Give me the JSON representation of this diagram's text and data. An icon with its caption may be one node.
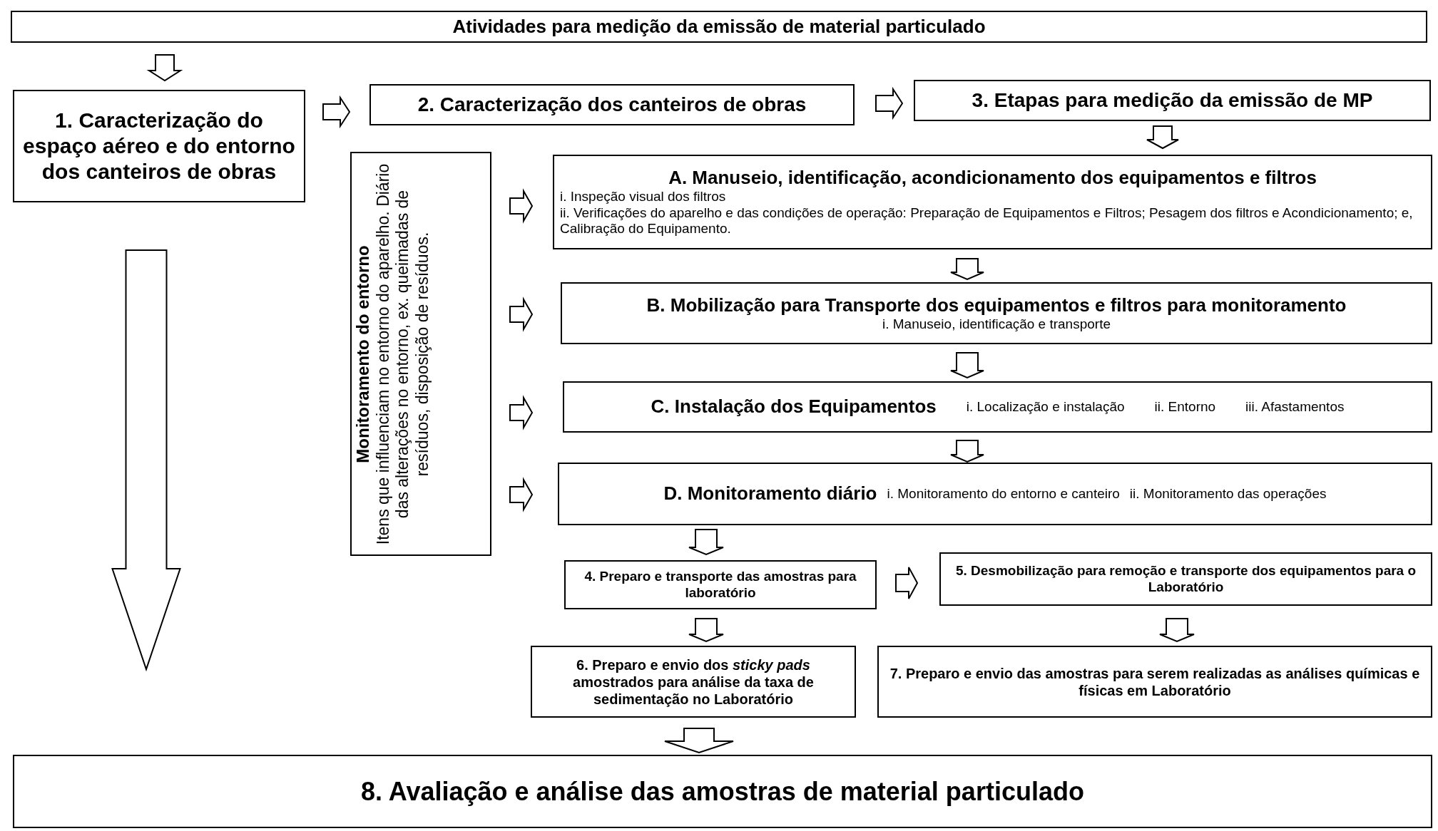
{
  "diagram": {
    "nodes": [
      {
        "text": [
          "Atividades para medição da emissão de material particulado"
        ]
      },
      {
        "text": [
          "1. Caracterização do espaço aéreo e do entorno dos canteiros de obras"
        ]
      },
      {
        "text": [
          "2. Caracterização dos canteiros de obras"
        ]
      },
      {
        "text": [
          "3. Etapas para medição da emissão de MP"
        ]
      },
      {
        "text": [
          "Monitoramento do entorno",
          "Itens que influenciam no entorno do aparelho. Diário das alterações no entorno, ex. queimadas de resíduos, disposição de resíduos."
        ]
      },
      {
        "text": [
          "A.  Manuseio, identificação, acondicionamento dos equipamentos e filtros",
          "i. Inspeção visual dos filtros",
          "ii. Verificações do aparelho e das condições de operação: Preparação de Equipamentos e Filtros; Pesagem dos filtros e Acondicionamento; e, Calibração do Equipamento."
        ]
      },
      {
        "text": [
          "B. Mobilização para Transporte dos equipamentos e filtros para monitoramento",
          "i. Manuseio, identificação e transporte"
        ]
      },
      {
        "text": [
          "C. Instalação dos Equipamentos",
          "i. Localização e instalação",
          "ii. Entorno",
          "iii. Afastamentos"
        ]
      },
      {
        "text": [
          "D. Monitoramento diário",
          "i. Monitoramento do entorno e canteiro",
          "ii. Monitoramento das operações"
        ]
      },
      {
        "text": [
          "4. Preparo e transporte das amostras para laboratório"
        ]
      },
      {
        "text": [
          "5. Desmobilização para remoção e transporte dos equipamentos para o Laboratório"
        ]
      },
      {
        "text": [
          "6. Preparo e envio dos *sticky pads* amostrados para análise da taxa de sedimentação no Laboratório"
        ]
      },
      {
        "text": [
          "7. Preparo e envio das amostras para serem realizadas as análises químicas e físicas em Laboratório"
        ]
      },
      {
        "text": [
          "8. Avaliação e análise das amostras de material particulado"
        ]
      }
    ],
    "edges": [
      {
        "from": 0,
        "to": 1,
        "arrow": "to"
      },
      {
        "from": 1,
        "to": 2,
        "arrow": "to"
      },
      {
        "from": 2,
        "to": 3,
        "arrow": "to"
      },
      {
        "from": 3,
        "to": 5,
        "arrow": "to"
      },
      {
        "from": 4,
        "to": 5,
        "arrow": "to"
      },
      {
        "from": 4,
        "to": 6,
        "arrow": "to"
      },
      {
        "from": 4,
        "to": 7,
        "arrow": "to"
      },
      {
        "from": 4,
        "to": 8,
        "arrow": "to"
      },
      {
        "from": 5,
        "to": 6,
        "arrow": "to"
      },
      {
        "from": 6,
        "to": 7,
        "arrow": "to"
      },
      {
        "from": 7,
        "to": 8,
        "arrow": "to"
      },
      {
        "from": 8,
        "to": 9,
        "arrow": "to"
      },
      {
        "from": 9,
        "to": 10,
        "arrow": "to"
      },
      {
        "from": 10,
        "to": 12,
        "arrow": "to"
      },
      {
        "from": 9,
        "to": 11,
        "arrow": "to"
      },
      {
        "from": 11,
        "to": 13,
        "arrow": "to"
      },
      {
        "from": 1,
        "to": 13,
        "arrow": "to"
      }
    ]
  }
}
